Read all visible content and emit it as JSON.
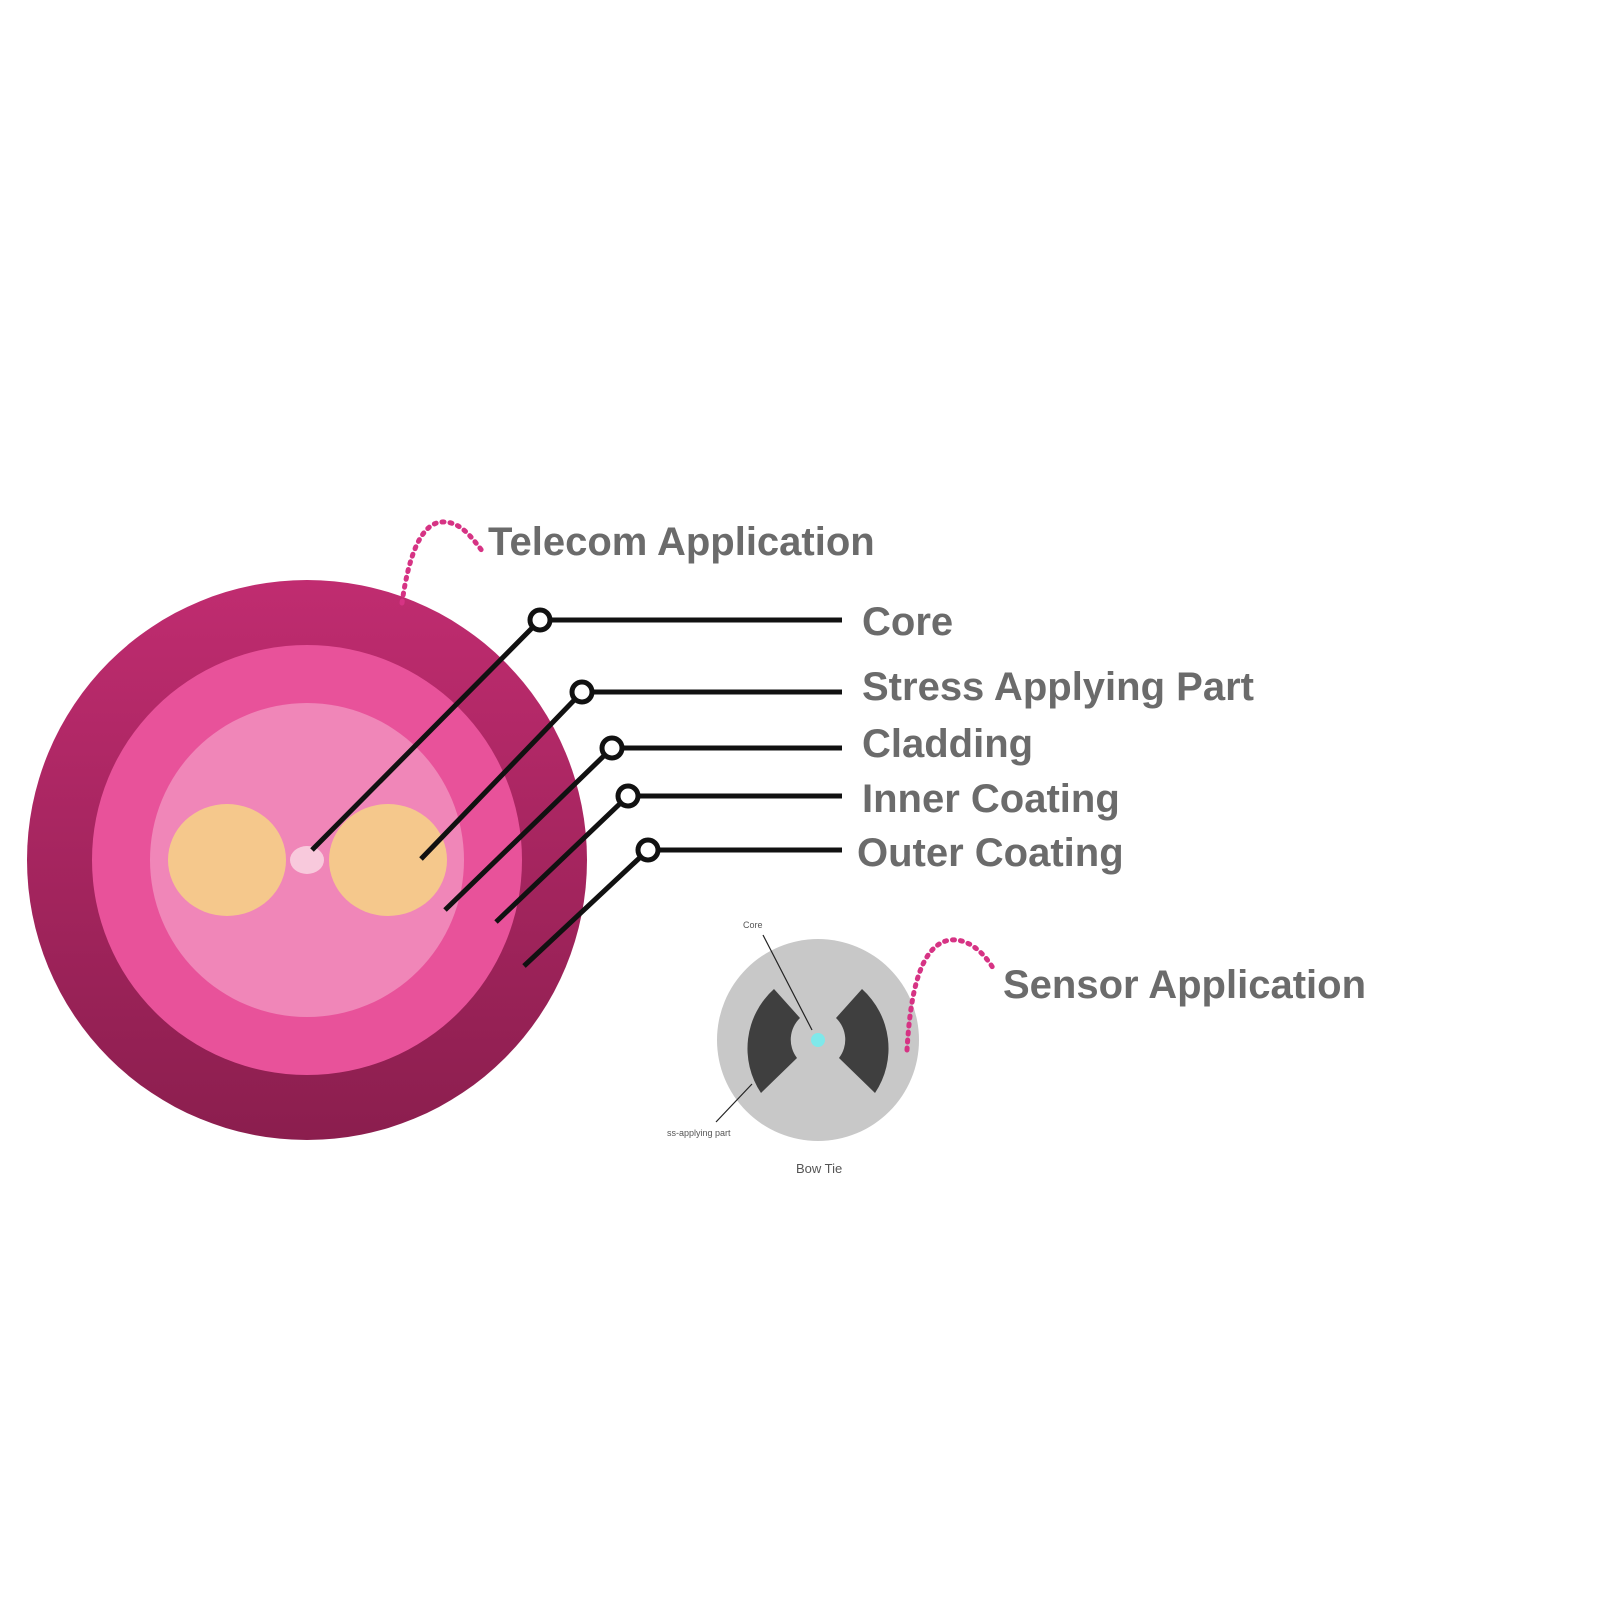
{
  "telecom": {
    "title": "Telecom Application",
    "labels": {
      "core": "Core",
      "stress": "Stress Applying Part",
      "cladding": "Cladding",
      "inner": "Inner Coating",
      "outer": "Outer Coating"
    }
  },
  "sensor": {
    "title": "Sensor Application",
    "core_label": "Core",
    "stress_label": "ss-applying part",
    "caption": "Bow Tie"
  },
  "colors": {
    "outer_coating_top": "#c02c70",
    "outer_coating_bottom": "#8b1e4e",
    "inner_coating": "#e8529a",
    "cladding": "#f086b8",
    "stress_part": "#f5c88c",
    "core": "#f8c9dc",
    "label_text": "#6b6b6b",
    "leader_line": "#111111",
    "dotted_accent": "#d63384",
    "sensor_body": "#c8c8c8",
    "sensor_stress": "#3f3f3f",
    "sensor_core": "#7fe8ea"
  }
}
